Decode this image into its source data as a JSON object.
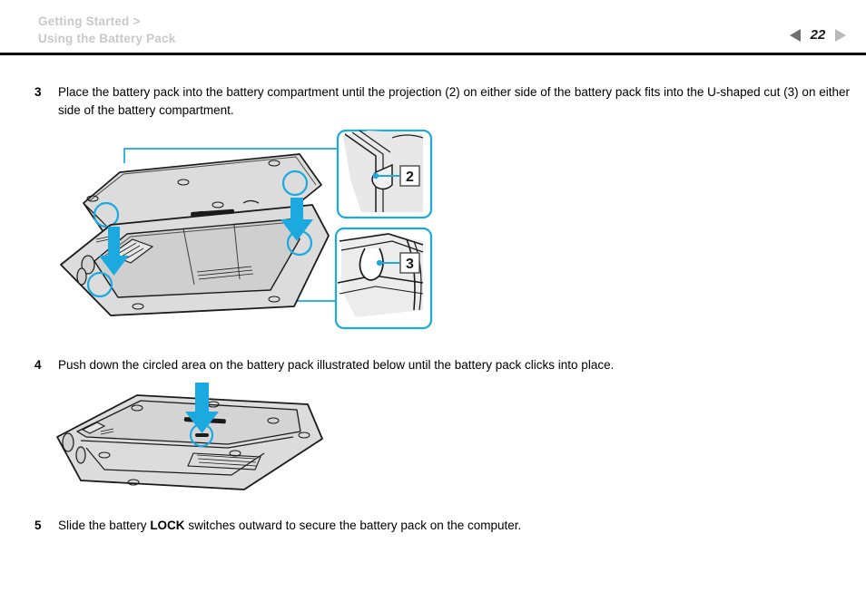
{
  "header": {
    "breadcrumb_line1": "Getting Started >",
    "breadcrumb_line2": "Using the Battery Pack",
    "page_number": "22",
    "prev_icon": "triangle-left-icon",
    "next_icon": "triangle-right-icon"
  },
  "steps": [
    {
      "number": "3",
      "text": "Place the battery pack into the battery compartment until the projection (2) on either side of the battery pack fits into the U-shaped cut (3) on either side of the battery compartment."
    },
    {
      "number": "4",
      "text": "Push down the circled area on the battery pack illustrated below until the battery pack clicks into place."
    },
    {
      "number": "5",
      "text_before": "Slide the battery ",
      "bold": "LOCK",
      "text_after": " switches outward to secure the battery pack on the computer."
    }
  ],
  "figures": {
    "figure_step3": {
      "name": "battery-insertion-diagram",
      "callouts": [
        {
          "label": "2",
          "description": "projection detail callout"
        },
        {
          "label": "3",
          "description": "u-shaped cut detail callout"
        }
      ],
      "arrow_count": 2,
      "highlight_circle_count": 4
    },
    "figure_step4": {
      "name": "battery-push-down-diagram",
      "arrow_count": 1,
      "highlight_circle_count": 1
    }
  },
  "colors": {
    "accent_blue": "#1CA9E0",
    "line_black": "#1a1a1a",
    "fill_gray": "#dcdcdc",
    "breadcrumb_gray": "#c9c9c9",
    "rule_black": "#000000",
    "page_number_black": "#1a1a1a",
    "prev_arrow_gray": "#6e6e6e",
    "next_arrow_gray": "#b9b9b9"
  }
}
